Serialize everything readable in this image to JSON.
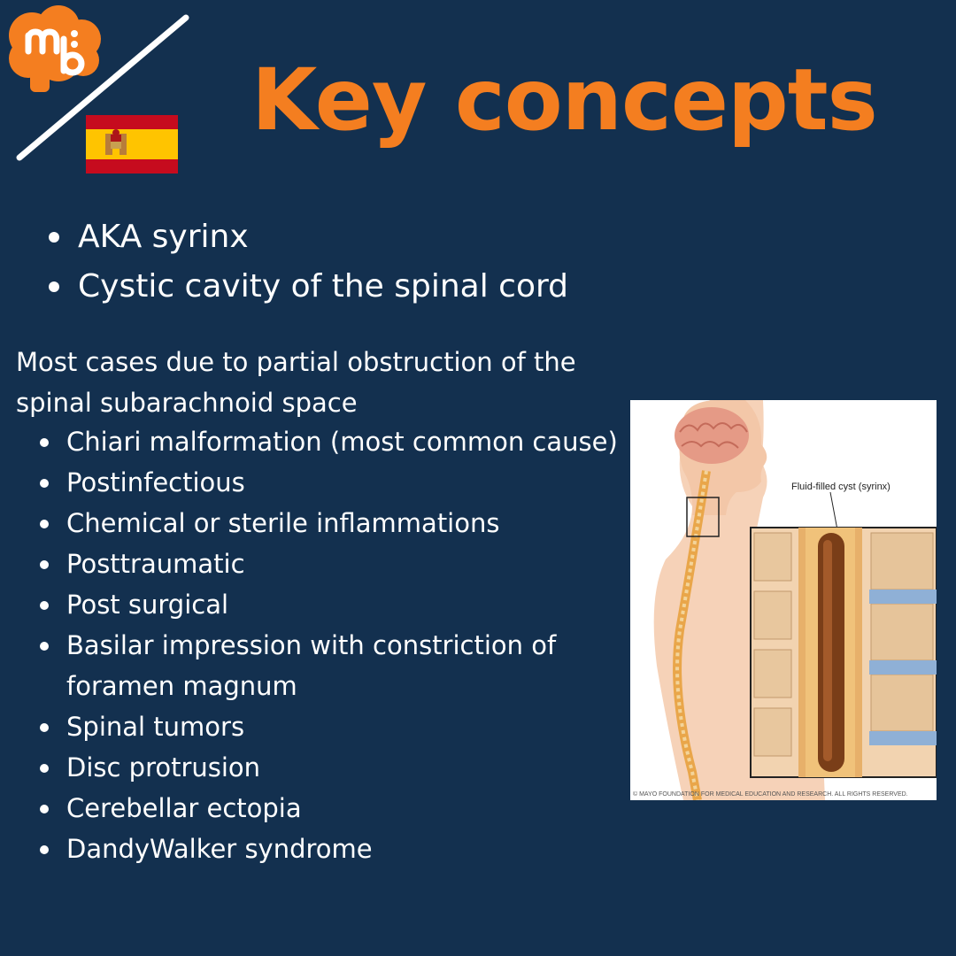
{
  "header": {
    "title": "Key concepts",
    "logo_text": "mb",
    "logo_color": "#f47e20",
    "flag_icon": "spain-flag-icon"
  },
  "colors": {
    "background": "#13304f",
    "accent": "#f47e20",
    "text": "#ffffff"
  },
  "key_points": [
    "AKA syrinx",
    "Cystic cavity of the spinal cord"
  ],
  "intro": "Most cases due to partial obstruction of the spinal subarachnoid space",
  "causes": [
    "Chiari malformation (most common cause)",
    " Postinfectious",
    "Chemical or sterile inflammations",
    "Posttraumatic",
    "Post surgical",
    "Basilar impression with constriction of foramen magnum",
    "Spinal tumors",
    "Disc protrusion",
    "Cerebellar ectopia",
    "DandyWalker syndrome"
  ],
  "illustration": {
    "callout": "Fluid-filled cyst (syrinx)",
    "copyright": "© MAYO FOUNDATION FOR MEDICAL EDUCATION AND RESEARCH. ALL RIGHTS RESERVED."
  }
}
